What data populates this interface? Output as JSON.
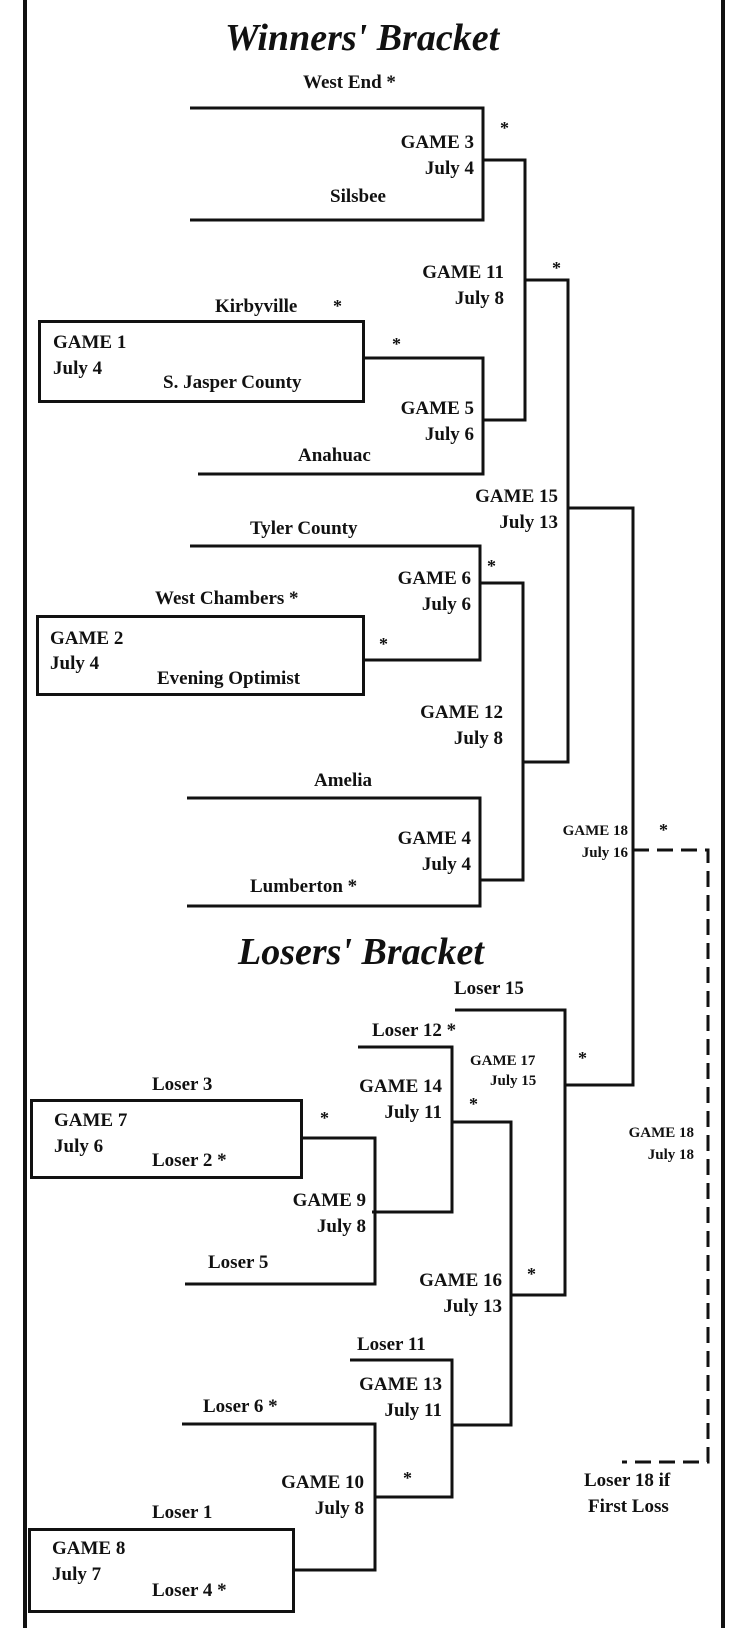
{
  "brackets": {
    "winners_title": "Winners' Bracket",
    "losers_title": "Losers' Bracket"
  },
  "teams": {
    "west_end": "West End *",
    "silsbee": "Silsbee",
    "kirbyville": "Kirbyville",
    "s_jasper_county": "S. Jasper County",
    "anahuac": "Anahuac",
    "tyler_county": "Tyler County",
    "west_chambers": "West Chambers *",
    "evening_optimist": "Evening Optimist",
    "amelia": "Amelia",
    "lumberton": "Lumberton *"
  },
  "games": {
    "g1": {
      "label": "GAME 1",
      "date": "July 4"
    },
    "g2": {
      "label": "GAME 2",
      "date": "July 4"
    },
    "g3": {
      "label": "GAME 3",
      "date": "July 4"
    },
    "g4": {
      "label": "GAME 4",
      "date": "July 4"
    },
    "g5": {
      "label": "GAME 5",
      "date": "July 6"
    },
    "g6": {
      "label": "GAME 6",
      "date": "July 6"
    },
    "g7": {
      "label": "GAME 7",
      "date": "July 6"
    },
    "g8": {
      "label": "GAME 8",
      "date": "July 7"
    },
    "g9": {
      "label": "GAME 9",
      "date": "July 8"
    },
    "g10": {
      "label": "GAME 10",
      "date": "July 8"
    },
    "g11": {
      "label": "GAME 11",
      "date": "July 8"
    },
    "g12": {
      "label": "GAME 12",
      "date": "July 8"
    },
    "g13": {
      "label": "GAME 13",
      "date": "July 11"
    },
    "g14": {
      "label": "GAME 14",
      "date": "July 11"
    },
    "g15": {
      "label": "GAME 15",
      "date": "July 13"
    },
    "g16": {
      "label": "GAME 16",
      "date": "July 13"
    },
    "g17": {
      "label": "GAME 17",
      "date": "July 15"
    },
    "g18": {
      "label": "GAME 18",
      "date": "July 16"
    },
    "g19": {
      "label": "GAME 18",
      "date": "July 18"
    }
  },
  "losers": {
    "l3": "Loser 3",
    "l2": "Loser 2 *",
    "l5": "Loser 5",
    "l12": "Loser 12 *",
    "l15": "Loser 15",
    "l11": "Loser 11",
    "l6": "Loser 6 *",
    "l1": "Loser 1",
    "l4": "Loser 4 *",
    "l18": "Loser 18 if",
    "l18b": "First Loss"
  },
  "marks": {
    "star": "*"
  }
}
